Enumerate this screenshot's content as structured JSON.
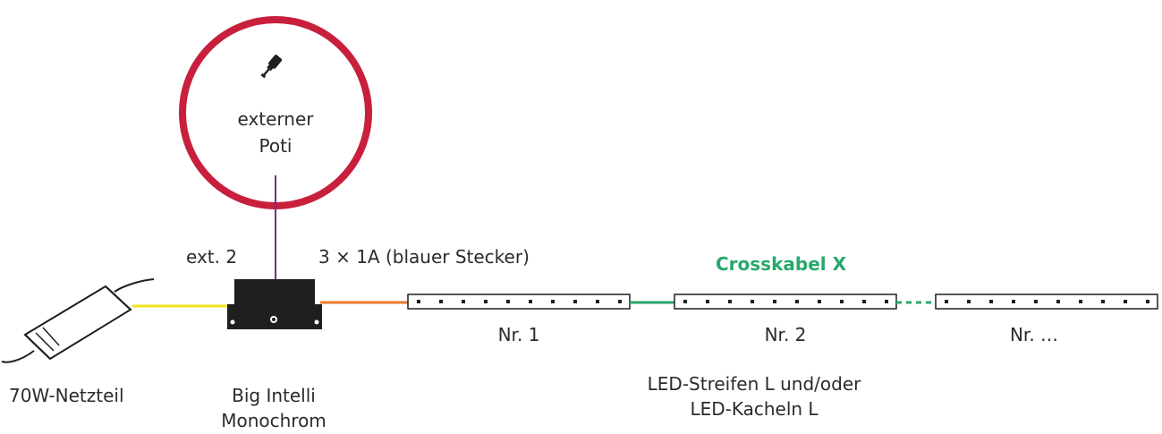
{
  "colors": {
    "poti_circle": "#c8203c",
    "poti_line": "#7b2a8c",
    "psu_line": "#f2e31c",
    "orange_line": "#e97a2a",
    "cross_line": "#27a96a",
    "text": "#2b2b2b",
    "cross_text": "#27a96a"
  },
  "icons": {
    "potentiometer": "potentiometer-knob-icon",
    "power_supply": "power-supply-icon",
    "controller": "controller-box-icon"
  },
  "labels": {
    "poti_line1": "externer",
    "poti_line2": "Poti",
    "ext_port": "ext. 2",
    "output_port": "3 × 1A (blauer Stecker)",
    "crosskabel": "Crosskabel X",
    "psu": "70W-Netzteil",
    "controller_line1": "Big Intelli",
    "controller_line2": "Monochrom",
    "strip1": "Nr. 1",
    "strip2": "Nr. 2",
    "strip3": "Nr. …",
    "strips_line1": "LED-Streifen L und/oder",
    "strips_line2": "LED-Kacheln L"
  }
}
